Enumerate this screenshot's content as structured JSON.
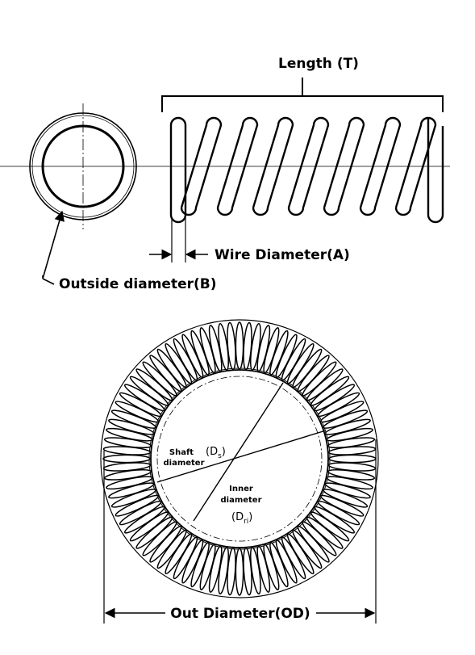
{
  "top_figure": {
    "length_label": "Length (T)",
    "wire_diameter_label": "Wire Diameter(A)",
    "outside_diameter_label": "Outside diameter(B)"
  },
  "bottom_figure": {
    "shaft_label_line1": "Shaft",
    "shaft_label_line2": "diameter",
    "shaft_symbol": "(D",
    "shaft_symbol_sub": "s",
    "shaft_symbol_close": ")",
    "inner_label_line1": "Inner",
    "inner_label_line2": "diameter",
    "inner_symbol": "(D",
    "inner_symbol_sub": "ri",
    "inner_symbol_close": ")",
    "out_diameter_label": "Out Diameter(OD)"
  }
}
